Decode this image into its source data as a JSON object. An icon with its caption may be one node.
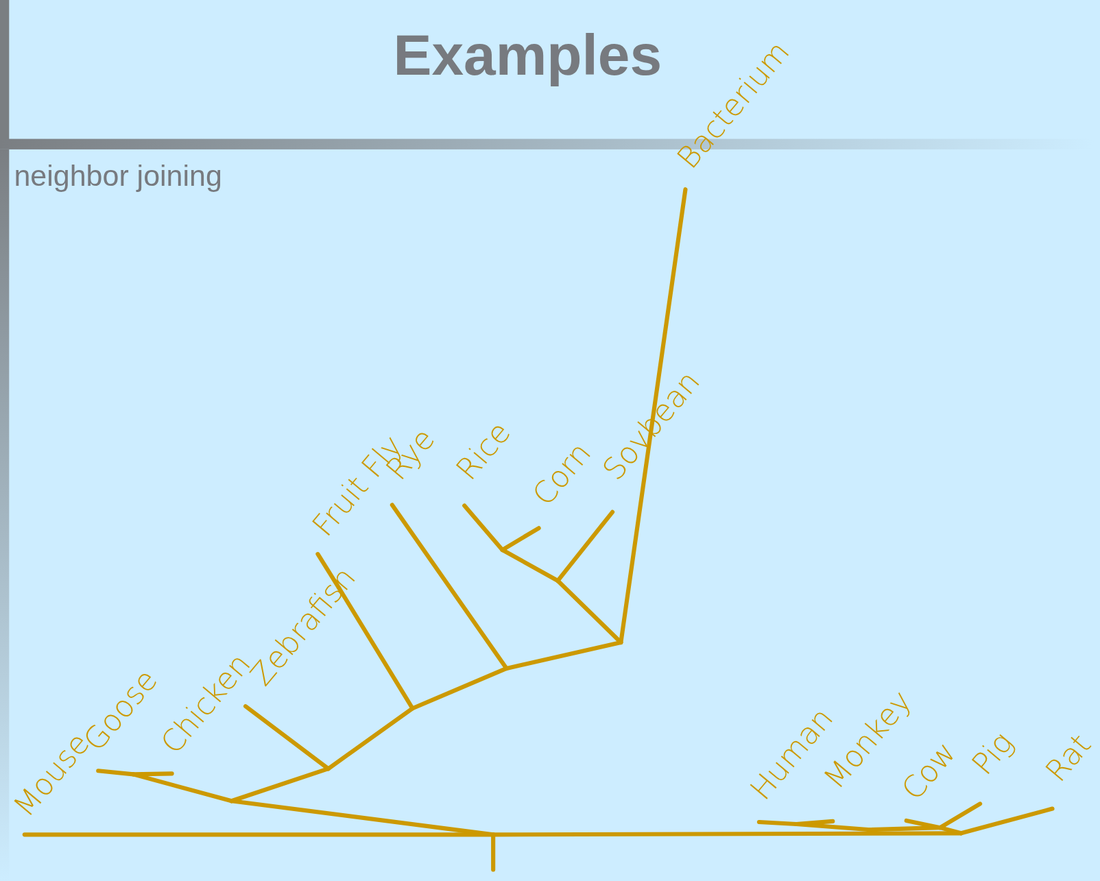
{
  "diagram": {
    "title": "Examples",
    "labels": [
      "neighbor joining",
      "Mouse",
      "Goose",
      "Chicken",
      "Zebrafish",
      "Fruit Fly",
      "Rye",
      "Rice",
      "Corn",
      "Soybean",
      "Bacterium",
      "Human",
      "Monkey",
      "Cow",
      "Pig",
      "Rat"
    ]
  }
}
